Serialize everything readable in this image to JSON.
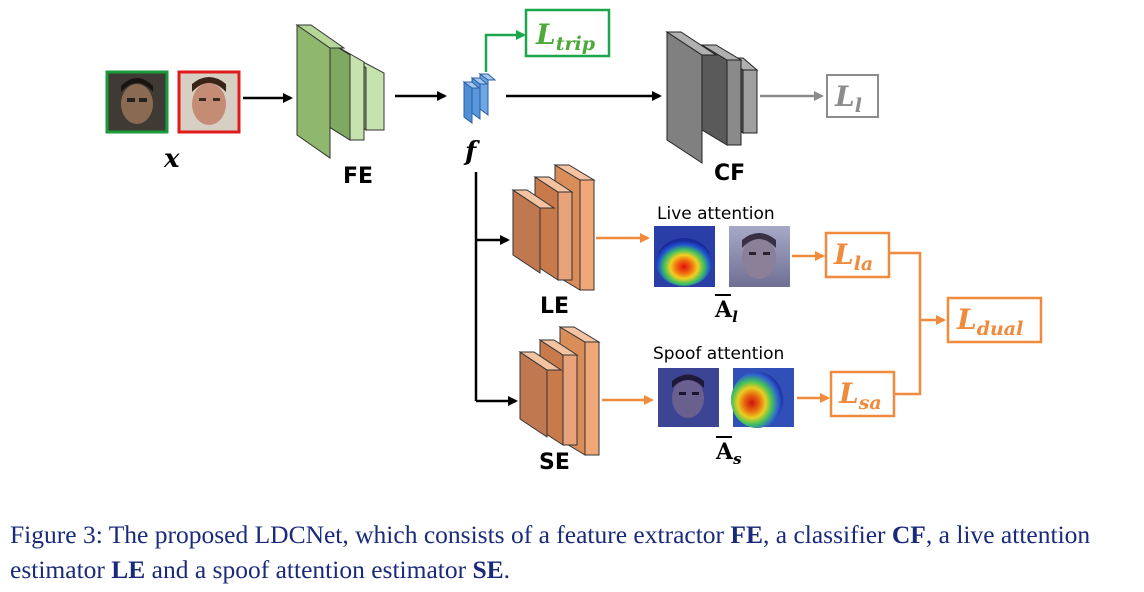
{
  "diagram": {
    "input_label": "x",
    "feature_label": "f",
    "modules": {
      "fe": "FE",
      "cf": "CF",
      "le": "LE",
      "se": "SE"
    },
    "losses": {
      "trip": {
        "main": "L",
        "sub": "trip"
      },
      "l": {
        "main": "L",
        "sub": "l"
      },
      "la": {
        "main": "L",
        "sub": "la"
      },
      "sa": {
        "main": "L",
        "sub": "sa"
      },
      "dual": {
        "main": "L",
        "sub": "dual"
      }
    },
    "attention": {
      "live_title": "Live attention",
      "spoof_title": "Spoof attention",
      "live_map_label": {
        "main": "A",
        "sub": "l"
      },
      "spoof_map_label": {
        "main": "A",
        "sub": "s"
      }
    },
    "colors": {
      "green": "#1aa64a",
      "gray": "#8c8c8c",
      "orange": "#f08a3c",
      "fe_block": "#8fb86e",
      "cf_block": "#808080",
      "att_block": "#e8a37a",
      "feature_block": "#4f8fd6",
      "live_frame": "#1a9a3a",
      "spoof_frame": "#e01b1b"
    }
  },
  "caption": {
    "prefix": "Figure 3:   The proposed LDCNet, which consists of a feature extractor ",
    "fe": "FE",
    "mid1": ", a classifier ",
    "cf": "CF",
    "mid2": ", a live attention estimator ",
    "le": "LE",
    "mid3": " and a spoof attention estimator ",
    "se": "SE",
    "end": "."
  }
}
